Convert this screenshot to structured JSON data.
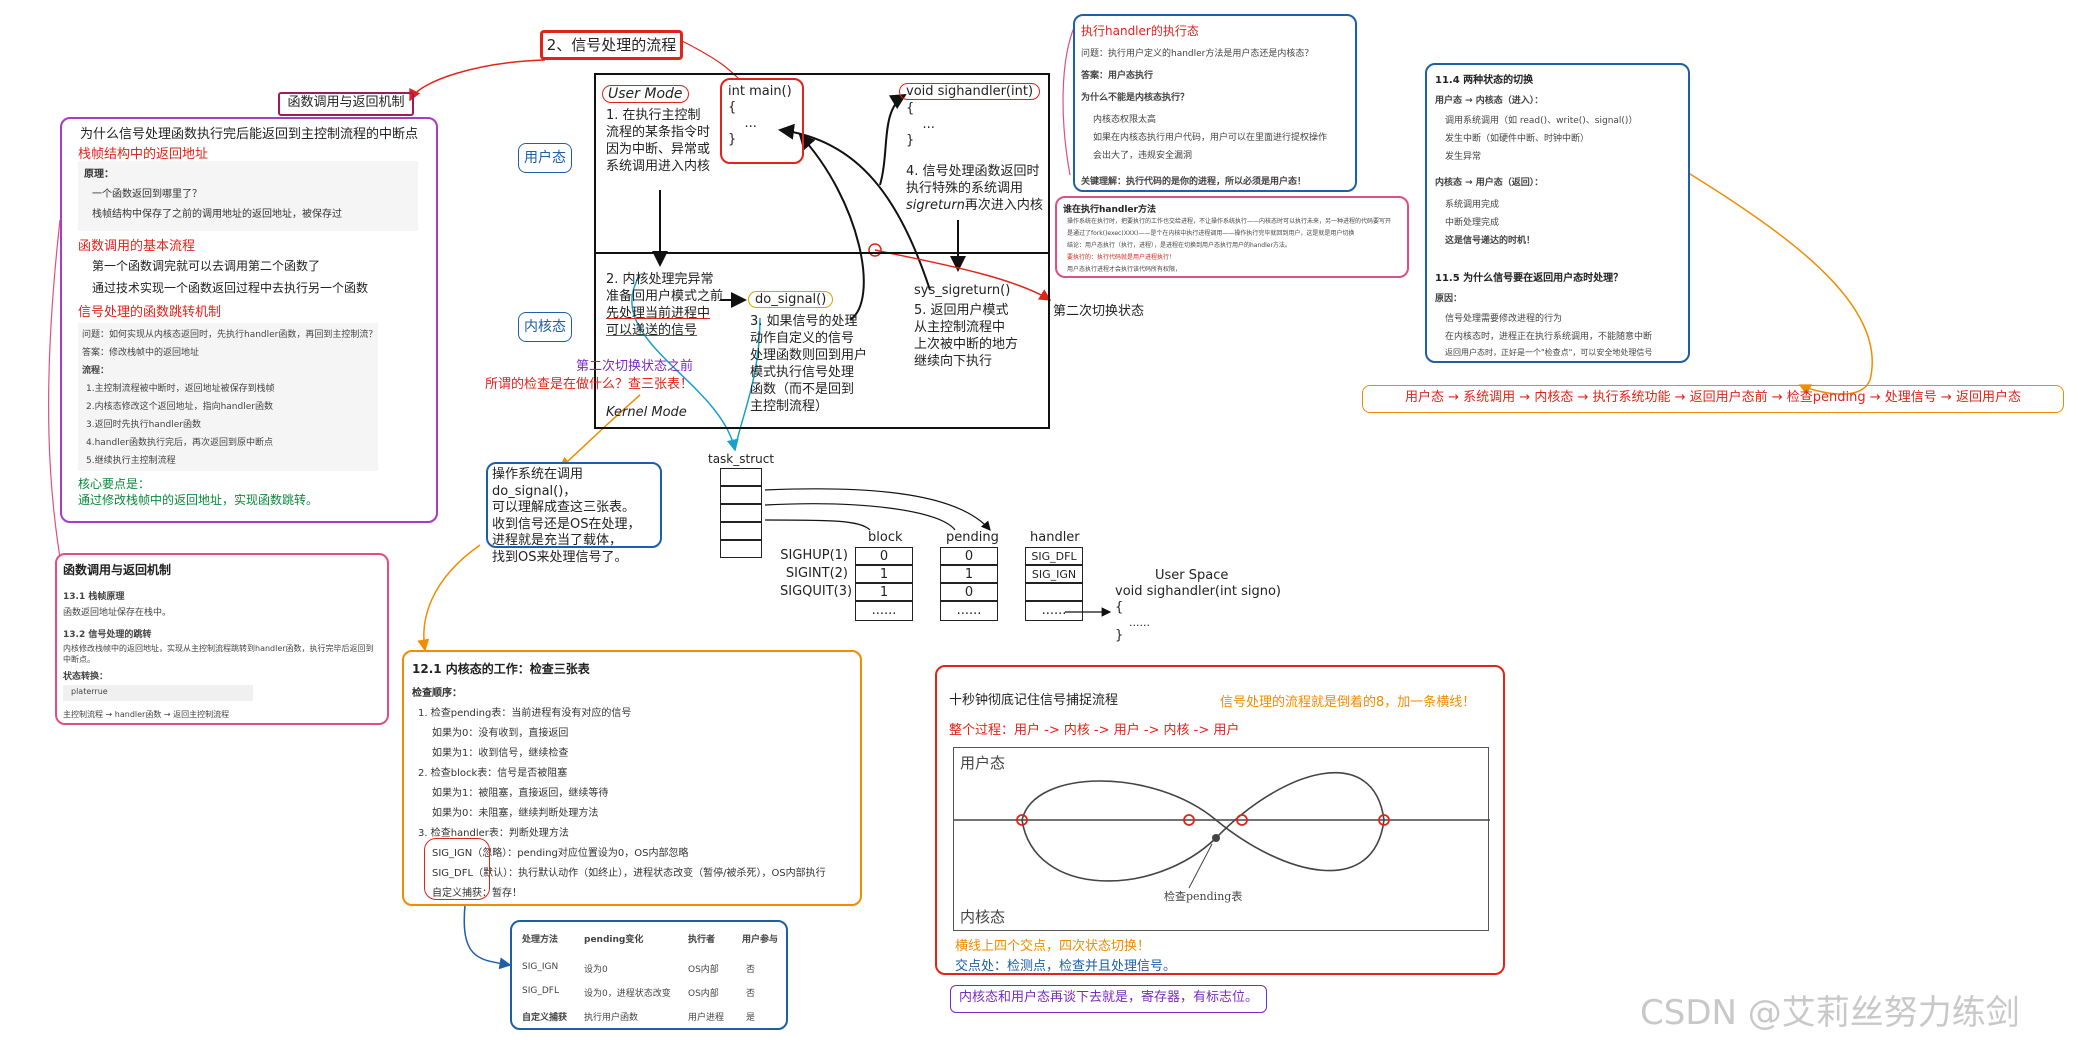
{
  "title_flow": "2、信号处理的流程",
  "func_return_label": "函数调用与返回机制",
  "user_state_label": "用户态",
  "kernel_state_label": "内核态",
  "center": {
    "user_mode": "User Mode",
    "kernel_mode": "Kernel Mode",
    "step1": [
      "1. 在执行主控制",
      "流程的某条指令时",
      "因为中断、异常或",
      "系统调用进入内核"
    ],
    "main_code": [
      "int main()",
      "{",
      "    ...",
      "}"
    ],
    "handler_sig": "void sighandler(int)",
    "handler_body": [
      "{",
      "    ...",
      "}"
    ],
    "step4": [
      "4. 信号处理函数返回时",
      "执行特殊的系统调用"
    ],
    "sigreturn_word": "sigreturn",
    "step4_tail": "再次进入内核",
    "step2": [
      "2. 内核处理完异常",
      "准备回用户模式之前",
      "先处理当前进程中",
      "可以递送的信号"
    ],
    "do_signal": "do_signal()",
    "step3": [
      "3. 如果信号的处理",
      "动作自定义的信号",
      "处理函数则回到用户",
      "模式执行信号处理",
      "函数（而不是回到",
      "主控制流程）"
    ],
    "sys_sigreturn": "sys_sigreturn()",
    "step5": [
      "5. 返回用户模式",
      "从主控制流程中",
      "上次被中断的地方",
      "继续向下执行"
    ],
    "second_switch": "第二次切换状态"
  },
  "left_panel": {
    "question": "为什么信号处理函数执行完后能返回到主控制流程的中断点",
    "h1": "栈帧结构中的返回地址",
    "principle": "原理：",
    "p1": "一个函数返回到哪里了？",
    "p2": "栈帧结构中保存了之前的调用地址的返回地址，被保存过",
    "h2": "函数调用的基本流程",
    "b1": "第一个函数调完就可以去调用第二个函数了",
    "b2": "通过技术实现一个函数返回过程中去执行另一个函数",
    "h3": "信号处理的函数跳转机制",
    "q": "问题：如何实现从内核态返回时，先执行handler函数，再回到主控制流？",
    "a": "答案：修改栈帧中的返回地址",
    "flow": "流程：",
    "steps": [
      "1.主控制流程被中断时，返回地址被保存到栈帧",
      "2.内核态修改这个返回地址，指向handler函数",
      "3.返回时先执行handler函数",
      "4.handler函数执行完后，再次返回到原中断点",
      "5.继续执行主控制流程"
    ],
    "core": "核心要点是：",
    "core2": "通过修改栈帧中的返回地址，实现函数跳转。"
  },
  "left_panel2": {
    "title": "函数调用与返回机制",
    "s1": "13.1 栈帧原理",
    "s1t": "函数返回地址保存在栈中。",
    "s2": "13.2 信号处理的跳转",
    "s2t": "内核修改栈帧中的返回地址，实现从主控制流程跳转到handler函数，执行完毕后返回到中断点。",
    "s3": "状态转换：",
    "code": "platerrue",
    "footer": "主控制流程 → handler函数 → 返回主控制流程"
  },
  "second_switch_q": [
    "第二次切换状态之前",
    "所谓的检查是在做什么？查三张表！"
  ],
  "os_note": [
    "操作系统在调用do_signal()，",
    "可以理解成查这三张表。",
    "收到信号还是OS在处理，",
    "进程就是充当了载体，",
    "找到OS来处理信号了。"
  ],
  "task_struct": {
    "label": "task_struct",
    "col_block": "block",
    "col_pending": "pending",
    "col_handler": "handler",
    "signals": [
      "SIGHUP(1)",
      "SIGINT(2)",
      "SIGQUIT(3)"
    ],
    "block": [
      "0",
      "1",
      "1",
      "......"
    ],
    "pending": [
      "0",
      "1",
      "0",
      "......"
    ],
    "handler": [
      "SIG_DFL",
      "SIG_IGN",
      "",
      "......"
    ],
    "user_space": "User Space",
    "user_func": "void sighandler(int signo)",
    "user_body": [
      "{",
      "    ......",
      "}"
    ]
  },
  "kernel_work": {
    "title": "12.1 内核态的工作：检查三张表",
    "order": "检查顺序：",
    "c1": "1. 检查pending表：当前进程有没有对应的信号",
    "c1a": "如果为0：没有收到，直接返回",
    "c1b": "如果为1：收到信号，继续检查",
    "c2": "2. 检查block表：信号是否被阻塞",
    "c2a": "如果为1：被阻塞，直接返回，继续等待",
    "c2b": "如果为0：未阻塞，继续判断处理方法",
    "c3": "3. 检查handler表：判断处理方法",
    "c3a": "SIG_IGN（忽略）：pending对应位置设为0，OS内部忽略",
    "c3b": "SIG_DFL（默认）：执行默认动作（如终止），进程状态改变（暂停/被杀死），OS内部执行",
    "c3c": "自定义捕获：暂存！"
  },
  "table": {
    "headers": [
      "处理方法",
      "pending变化",
      "执行者",
      "用户参与"
    ],
    "rows": [
      [
        "SIG_IGN",
        "设为0",
        "OS内部",
        "否"
      ],
      [
        "SIG_DFL",
        "设为0，进程状态改变",
        "OS内部",
        "否"
      ],
      [
        "自定义捕获",
        "执行用户函数",
        "用户进程",
        "是"
      ]
    ]
  },
  "handler_box": {
    "title": "执行handler的执行态",
    "q": "问题：执行用户定义的handler方法是用户态还是内核态？",
    "a": "答案：用户态执行",
    "why": "为什么不能是内核态执行？",
    "r1": "内核态权限太高",
    "r2": "如果在内核态执行用户代码，用户可以在里面进行提权操作",
    "r3": "会出大了，违规安全漏洞",
    "key": "关键理解：执行代码的是你的进程，所以必须是用户态！"
  },
  "pink_box": {
    "title": "谁在执行handler方法",
    "lines": [
      "操作系统在执行时，把要执行的工作也交给进程，不让操作系统执行——内核态时可以执行未来，另一种进程的代码要写开",
      "是通过了fork()exec(XXX)——是个在内核中执行进程调用——操作执行完毕就回到用户，这是就是用户切换",
      "结论：用户态执行（执行，进程），是进程在切换到用户态执行用户的handler方法。",
      "要执行的：执行代码就是用户进程执行！",
      "用户态执行进程才会执行该代码所有权限，"
    ]
  },
  "right_box": {
    "title": "11.4 两种状态的切换",
    "sub1": "用户态 → 内核态（进入）：",
    "r1": [
      "调用系统调用（如 read()、write()、signal()）",
      "发生中断（如硬件中断、时钟中断）",
      "发生异常"
    ],
    "sub2": "内核态 → 用户态（返回）：",
    "r2": [
      "系统调用完成",
      "中断处理完成",
      "这是信号递达的时机！"
    ],
    "sub3": "11.5 为什么信号要在返回用户态时处理？",
    "reason": "原因：",
    "r3": [
      "信号处理需要修改进程的行为",
      "在内核态时，进程正在执行系统调用，不能随意中断",
      "返回用户态时，正好是一个\"检查点\"，可以安全地处理信号"
    ]
  },
  "flow_line": "用户态 → 系统调用 → 内核态 → 执行系统功能 → 返回用户态前 → 检查pending → 处理信号 → 返回用户态",
  "ten_sec": {
    "title": "十秒钟彻底记住信号捕捉流程",
    "tip": "信号处理的流程就是倒着的8，加一条横线！",
    "whole": "整个过程：用户 -> 内核 -> 用户 -> 内核 -> 用户",
    "user": "用户态",
    "kernel": "内核态",
    "check": "检查pending表",
    "b1": "横线上四个交点，四次状态切换！",
    "b2": "交点处：检测点，检查并且处理信号。"
  },
  "bottom_note": "内核态和用户态再谈下去就是，寄存器，有标志位。",
  "watermark": "CSDN @艾莉丝努力练剑",
  "colors": {
    "red": "#e2231a",
    "orange": "#f08c00",
    "blue": "#1d5fa8",
    "purple": "#7a2bbf",
    "green": "#0a8a3a"
  }
}
